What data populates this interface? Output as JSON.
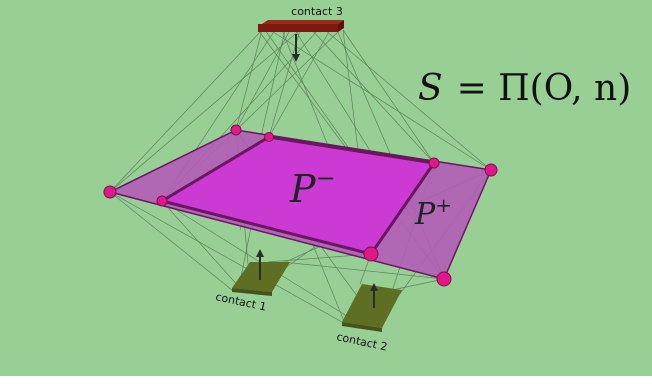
{
  "colors": {
    "background": "#97cf95",
    "border": "#ffffff",
    "outer_polygon": "#b45ab9",
    "inner_polygon": "#cc3ad4",
    "polygon_edge": "#6a1660",
    "vertex": "#e0188a",
    "wire": "#4a6a48",
    "contact_top": "#7a1a10",
    "contact_bottom": "#5e6f23",
    "arrow": "#2b2b2b",
    "label_text": "#111111"
  },
  "labels": {
    "formula_lhs": "S",
    "formula_rhs": "= Π(O, n)",
    "inner_region": "P",
    "inner_region_sup": "−",
    "outer_region": "P",
    "outer_region_sup": "+",
    "contact_top": "contact 3",
    "contact_left": "contact 1",
    "contact_right": "contact 2"
  }
}
